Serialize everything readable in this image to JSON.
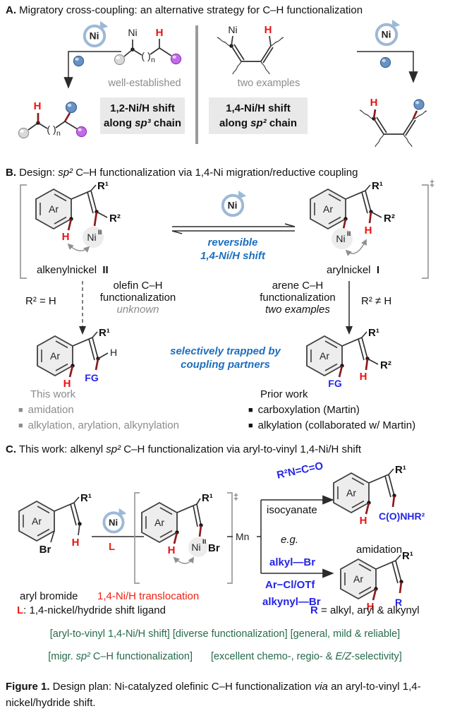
{
  "atoms": {
    "ni": "Ni",
    "ni_ox": "II",
    "h": "H",
    "ar": "Ar",
    "r1": "R¹",
    "r2": "R²",
    "r": "R",
    "br": "Br",
    "fg": "FG",
    "mn": "Mn",
    "repeat": "( )",
    "n_sub": "n",
    "dagger": "‡",
    "amide": "C(O)NHR²",
    "isocyanate_formula": "R²N=C=O",
    "bullet": "■"
  },
  "panel_a": {
    "prefix": "A.",
    "title": " Migratory cross-coupling: an alternative strategy for C–H functionalization",
    "well_established": "well-established",
    "two_examples": "two examples",
    "box_sp3_line1": "1,2-Ni/H shift",
    "box_sp3_pre": "along ",
    "box_sp3_italic": "sp³",
    "box_sp3_post": " chain",
    "box_sp2_line1": "1,4-Ni/H shift",
    "box_sp2_pre": "along ",
    "box_sp2_italic": "sp²",
    "box_sp2_post": " chain"
  },
  "panel_b": {
    "prefix": "B.",
    "title_pre": " Design: ",
    "title_italic": "sp²",
    "title_post": " C–H functionalization via 1,4-Ni migration/reductive coupling",
    "reversible_line1": "reversible",
    "reversible_line2": "1,4-Ni/H shift",
    "alkenyl_label": "alkenylnickel",
    "alkenyl_num": "II",
    "aryl_label": "arylnickel",
    "aryl_num": "I",
    "cond_left": "R² = H",
    "cond_right": "R² ≠ H",
    "olefin_line1": "olefin C–H",
    "olefin_line2": "functionalization",
    "olefin_note": "unknown",
    "arene_line1": "arene C–H",
    "arene_line2": "functionalization",
    "arene_note": "two examples",
    "trapped_line1": "selectively trapped by",
    "trapped_line2": "coupling partners",
    "this_work_title": "This work",
    "this_work_items": [
      "amidation",
      "alkylation, arylation, alkynylation"
    ],
    "prior_work_title": "Prior work",
    "prior_work_items": [
      "carboxylation (Martin)",
      "alkylation (collaborated w/ Martin)"
    ]
  },
  "panel_c": {
    "prefix": "C.",
    "title_pre": " This work: alkenyl ",
    "title_italic": "sp²",
    "title_post": " C–H functionalization via aryl-to-vinyl 1,4-Ni/H shift",
    "aryl_bromide": "aryl bromide",
    "translocation": "1,4-Ni/H translocation",
    "isocyanate": "isocyanate",
    "eg": "e.g.",
    "alkyl_br": "alkyl—Br",
    "ar_cl_otf": "Ar−Cl/OTf",
    "alkynyl_br": "alkynyl—Br",
    "amidation": "amidation",
    "r_blue": "R",
    "r_rest": " = alkyl, aryl & alkynyl",
    "ligand_l": "L",
    "ligand_rest": ": 1,4-nickel/hydride shift ligand"
  },
  "footer": {
    "green1": "[aryl-to-vinyl 1,4-Ni/H shift] [diverse functionalization] [general, mild & reliable]",
    "green2_pre": "[migr. ",
    "green2_italic": "sp²",
    "green2_mid": " C–H functionalization]",
    "green2_pre2": "[excellent chemo-, regio- & ",
    "green2_italic2": "E/Z",
    "green2_post2": "-selectivity]"
  },
  "caption": {
    "bold": "Figure 1.",
    "text_a": " Design plan: Ni-catalyzed olefinic C–H functionalization ",
    "italic": "via",
    "text_b": " an aryl-to-vinyl 1,4-nickel/hydride shift."
  }
}
